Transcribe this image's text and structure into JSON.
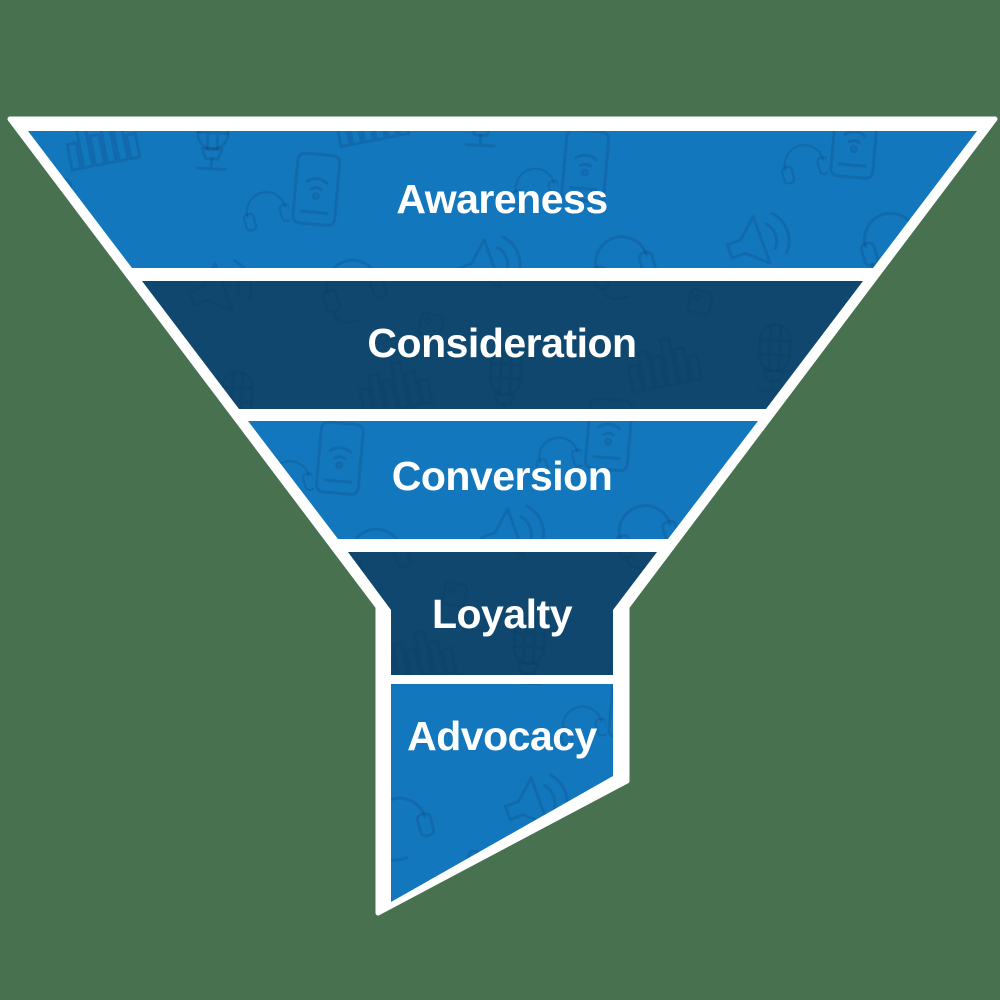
{
  "diagram": {
    "type": "funnel",
    "orientation": "inverted",
    "stages": [
      {
        "label": "Awareness",
        "fill": "#1377BE",
        "text_color": "#FFFFFF"
      },
      {
        "label": "Consideration",
        "fill": "#0F476E",
        "text_color": "#FFFFFF"
      },
      {
        "label": "Conversion",
        "fill": "#1377BE",
        "text_color": "#FFFFFF"
      },
      {
        "label": "Loyalty",
        "fill": "#0F476E",
        "text_color": "#FFFFFF"
      },
      {
        "label": "Advocacy",
        "fill": "#1377BE",
        "text_color": "#FFFFFF"
      }
    ],
    "colors": {
      "background": "#487150",
      "outline": "#FFFFFF",
      "pattern_icon": "#04365F"
    },
    "pattern_icons": [
      "headset-icon",
      "speaker-waves-icon",
      "equalizer-bars-icon",
      "retro-microphone-icon",
      "smartphone-wifi-icon",
      "tag-icon",
      "headphones-icon"
    ]
  }
}
